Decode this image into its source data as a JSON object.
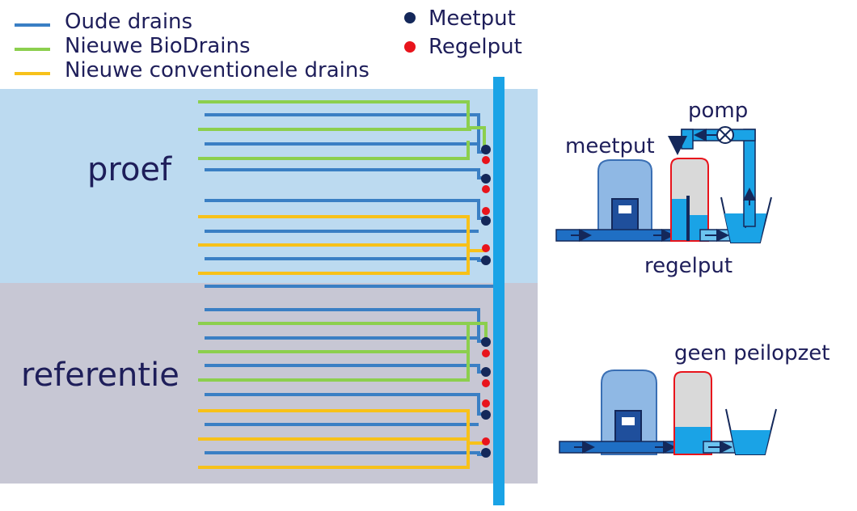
{
  "legend": {
    "old_drains": "Oude drains",
    "new_biodrains": "Nieuwe BioDrains",
    "new_conventional": "Nieuwe conventionele drains",
    "meetput": "Meetput",
    "regelput": "Regelput"
  },
  "zones": {
    "proef": "proef",
    "referentie": "referentie"
  },
  "schematic_top": {
    "meetput": "meetput",
    "pomp": "pomp",
    "regelput": "regelput"
  },
  "schematic_bottom": {
    "geen_peilopzet": "geen peilopzet"
  },
  "colors": {
    "old_drain": "#3a7fc4",
    "biodrain": "#8ccf4e",
    "conventional": "#f7c11a",
    "meetput_dot": "#14285a",
    "regelput_dot": "#e8141c",
    "collector": "#1aa3e6",
    "proef_band": "#bcdaf0",
    "referentie_band": "#c7c7d4",
    "text": "#1e1e5a"
  }
}
